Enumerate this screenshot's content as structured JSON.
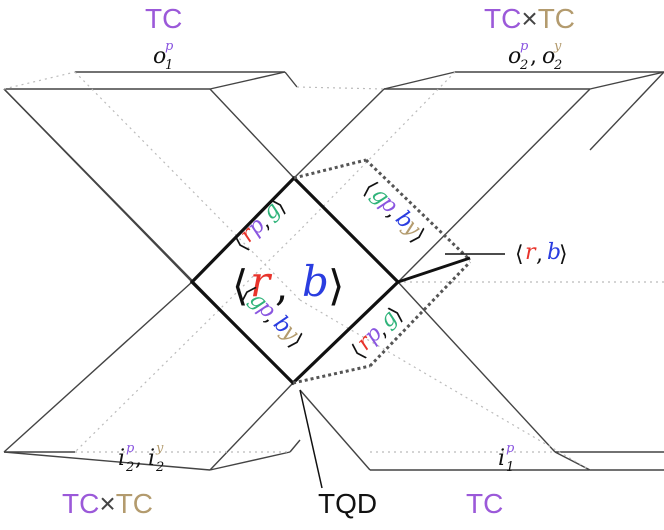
{
  "labels": {
    "top_left_tc": "TC",
    "top_right_tc1": "TC",
    "top_right_times": "×",
    "top_right_tc2": "TC",
    "bottom_left_tc1": "TC",
    "bottom_left_times": "×",
    "bottom_left_tc2": "TC",
    "bottom_right_tc": "TC",
    "tqd": "TQD",
    "o1_base": "o",
    "o1_sub": "1",
    "o1_sup": "p",
    "o2_base": "o",
    "o2_sub": "2",
    "o2_sup": "p",
    "o2b_base": "o",
    "o2b_sub": "2",
    "o2b_sup": "y",
    "i2_base": "i",
    "i2_sub": "2",
    "i2_sup": "p",
    "i2b_base": "i",
    "i2b_sub": "2",
    "i2b_sup": "y",
    "i1_base": "i",
    "i1_sub": "1",
    "i1_sup": "p",
    "center_r": "r",
    "center_b": "b",
    "side_r": "r",
    "side_b": "b",
    "rpg_r": "r",
    "rpg_p": "p",
    "rpg_g": "g",
    "gpby_g": "g",
    "gpby_p": "p",
    "gpby_b": "b",
    "gpby_y": "y",
    "lang": "⟨",
    "rang": "⟩",
    "comma": ","
  },
  "colors": {
    "tc_purple": "#9b59d9",
    "tc_tan": "#b39b6e",
    "red": "#e8332b",
    "blue": "#2a3de0",
    "green": "#2fb37a",
    "purple": "#8a56e0",
    "tan": "#b39b6e",
    "line": "#444444",
    "dotted": "#bbbbbb"
  }
}
